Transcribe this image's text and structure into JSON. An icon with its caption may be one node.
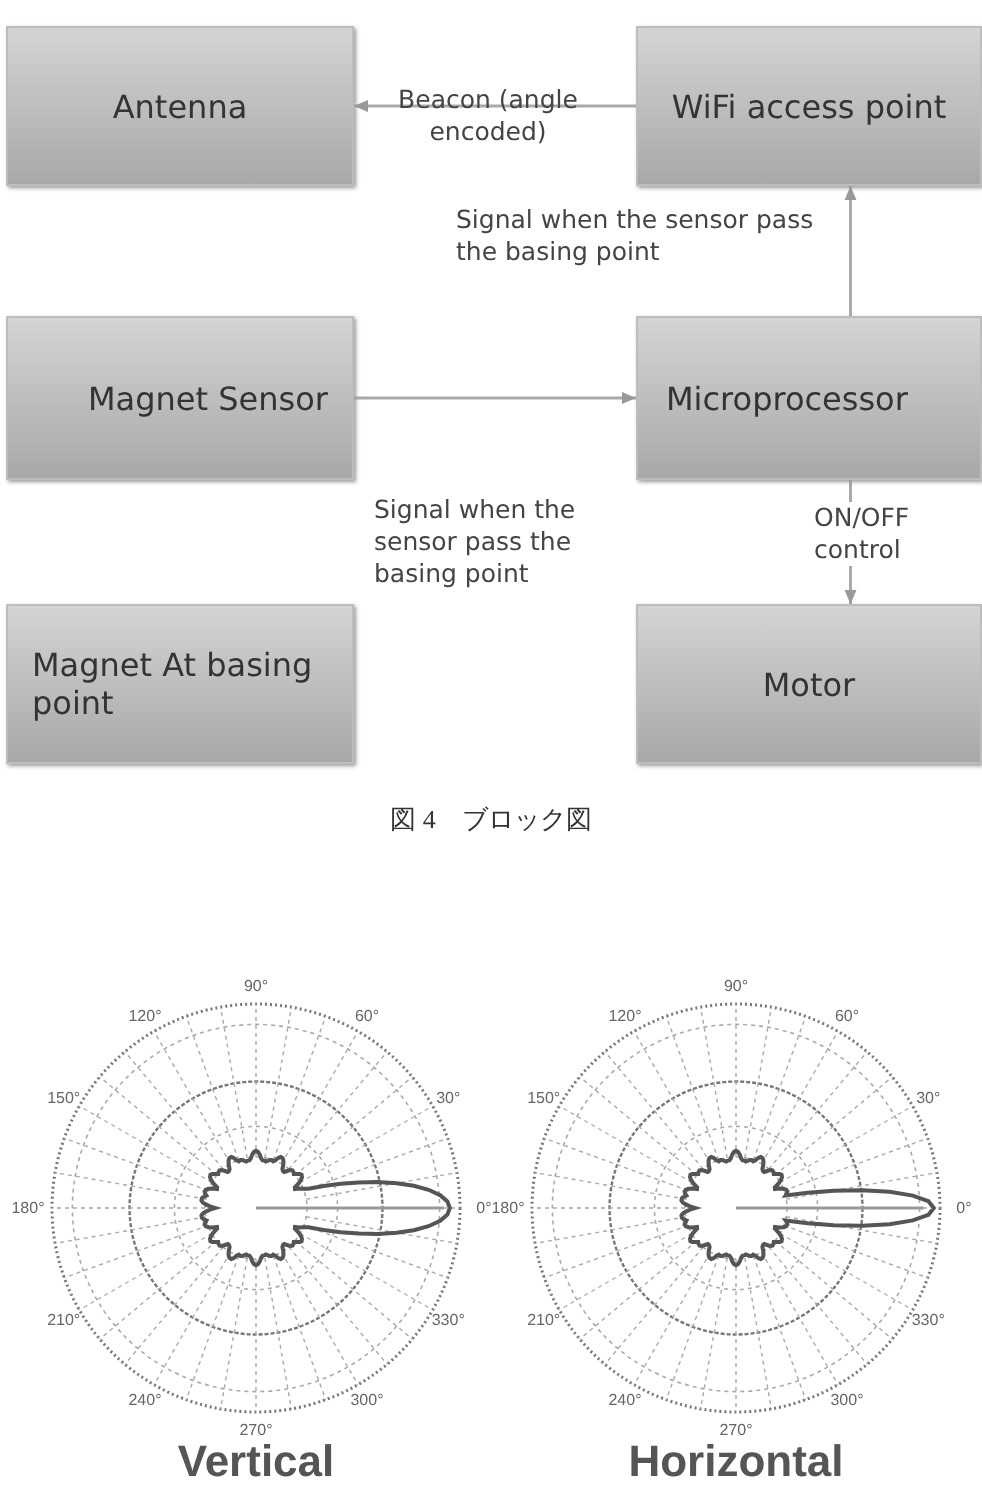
{
  "diagram": {
    "caption": "図 4　ブロック図",
    "nodes": [
      {
        "text": [
          "Antenna"
        ]
      },
      {
        "text": [
          "WiFi access point"
        ]
      },
      {
        "text": [
          "Magnet Sensor"
        ]
      },
      {
        "text": [
          "Microprocessor"
        ]
      },
      {
        "text": [
          "Magnet At basing point"
        ]
      },
      {
        "text": [
          "Motor"
        ]
      }
    ],
    "edges": [
      {
        "from": 1,
        "to": 0,
        "arrow": "to",
        "label": "Beacon (angle encoded)"
      },
      {
        "from": 3,
        "to": 1,
        "arrow": "to",
        "label": "Signal when the sensor pass the basing point"
      },
      {
        "from": 2,
        "to": 3,
        "arrow": "to",
        "label": "Signal when the sensor pass the basing point"
      },
      {
        "from": 3,
        "to": 5,
        "arrow": "to",
        "label": "ON/OFF control"
      }
    ],
    "labels": [
      "90°",
      "60°",
      "30°",
      "0°",
      "330°",
      "300°",
      "270°",
      "240°",
      "210°",
      "180°",
      "150°",
      "120°",
      "Vertical",
      "90°",
      "60°",
      "30°",
      "0°",
      "330°",
      "300°",
      "270°",
      "240°",
      "210°",
      "180°",
      "150°",
      "120°",
      "Horizontal"
    ]
  }
}
